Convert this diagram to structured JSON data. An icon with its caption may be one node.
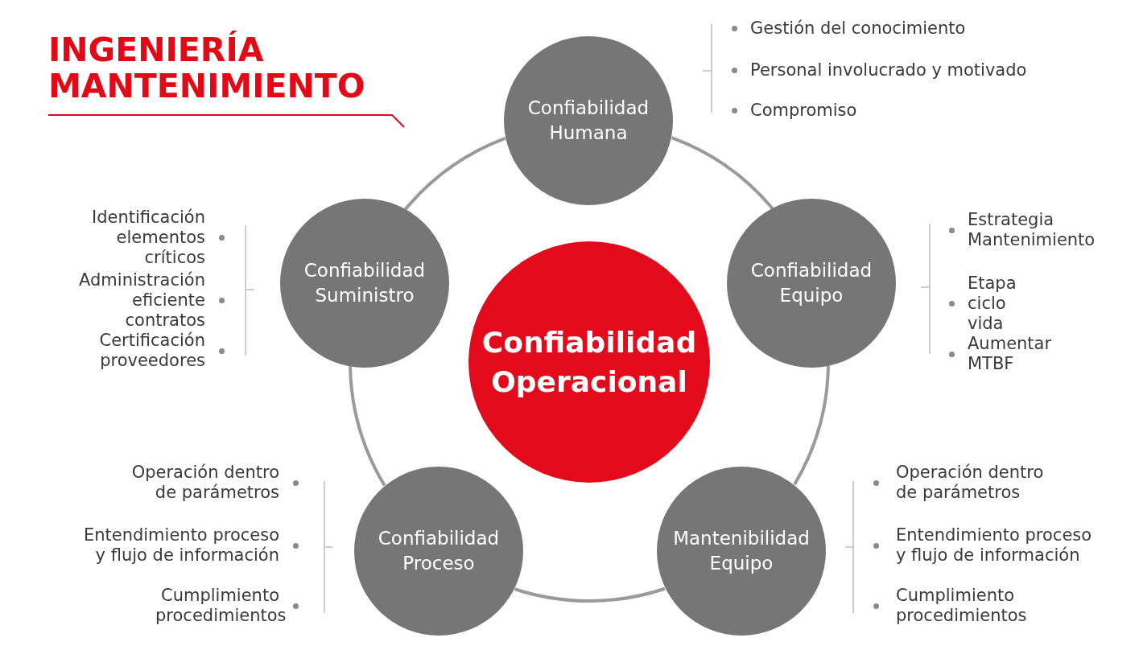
{
  "diagram": {
    "title": "INGENIERÍA MANTENIMIENTO",
    "nodes": [
      {
        "text": [
          "Confiabilidad Humana"
        ],
        "beside": [
          "Gestión del conocimiento",
          "Personal involucrado y motivado",
          "Compromiso"
        ]
      },
      {
        "text": [
          "Confiabilidad Suministro"
        ],
        "beside": [
          "Identificación elementos críticos",
          "Administración eficiente contratos",
          "Certificación proveedores"
        ]
      },
      {
        "text": [
          "Confiabilidad Operacional"
        ]
      },
      {
        "text": [
          "Confiabilidad Equipo"
        ],
        "beside": [
          "Estrategia Mantenimiento",
          "Etapa ciclo vida",
          "Aumentar MTBF"
        ]
      },
      {
        "text": [
          "Confiabilidad Proceso"
        ],
        "beside": [
          "Operación dentro de parámetros",
          "Entendimiento proceso y flujo de información",
          "Cumplimiento procedimientos"
        ]
      },
      {
        "text": [
          "Mantenibilidad Equipo"
        ],
        "beside": [
          "Operación dentro de parámetros",
          "Entendimiento proceso y flujo de información",
          "Cumplimiento procedimientos"
        ]
      }
    ],
    "edges": [
      {
        "from": 0,
        "to": 3,
        "arrow": "none"
      },
      {
        "from": 3,
        "to": 5,
        "arrow": "none"
      },
      {
        "from": 5,
        "to": 4,
        "arrow": "none"
      },
      {
        "from": 4,
        "to": 1,
        "arrow": "none"
      },
      {
        "from": 1,
        "to": 0,
        "arrow": "none"
      }
    ]
  }
}
